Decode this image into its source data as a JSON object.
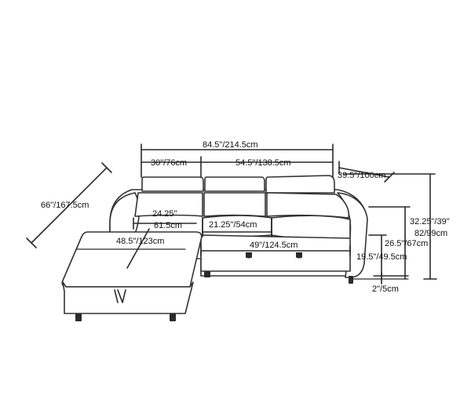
{
  "diagram": {
    "dimensions": {
      "total_width": "84.5\"/214.5cm",
      "section_a_width": "30\"/76cm",
      "section_b_width": "54.5\"/138.5cm",
      "headrest_depth": "39.5\"/100cm",
      "chaise_length": "66\"/167.5cm",
      "chaise_seat_depth_in": "24.25\"",
      "chaise_seat_depth_cm": "61.5cm",
      "seat_depth": "21.25\"/54cm",
      "chaise_width": "48.5\"/123cm",
      "seat_width": "49\"/124.5cm",
      "total_height_in": "32.25\"/39\"",
      "total_height_cm": "82/99cm",
      "arm_height": "26.5\"/67cm",
      "seat_height": "19.5\"/49.5cm",
      "leg_height": "2\"/5cm"
    }
  }
}
